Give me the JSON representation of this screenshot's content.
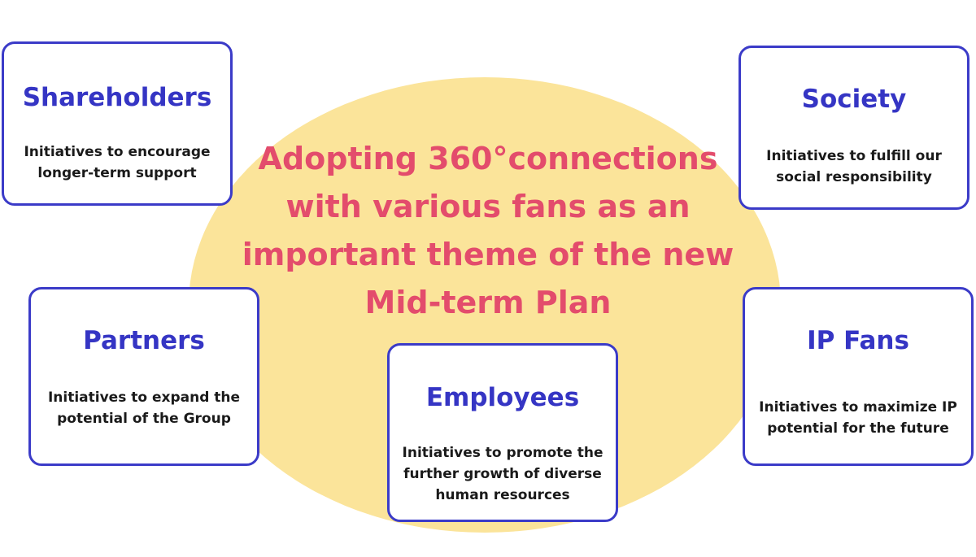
{
  "central": {
    "lines": [
      "Adopting 360°connections",
      "with various fans as an",
      "important theme of the new",
      "Mid-term Plan"
    ]
  },
  "stakeholders": {
    "shareholders": {
      "title": "Shareholders",
      "desc_lines": [
        "Initiatives to encourage",
        "longer-term support"
      ]
    },
    "society": {
      "title": "Society",
      "desc_lines": [
        "Initiatives to fulfill our",
        "social responsibility"
      ]
    },
    "partners": {
      "title": "Partners",
      "desc_lines": [
        "Initiatives to expand the",
        "potential of the Group"
      ]
    },
    "ip_fans": {
      "title": "IP Fans",
      "desc_lines": [
        "Initiatives to maximize IP",
        "potential for the future"
      ]
    },
    "employees": {
      "title": "Employees",
      "desc_lines": [
        "Initiatives to promote the",
        "further growth of diverse",
        "human resources"
      ]
    }
  },
  "colors": {
    "ellipse_fill": "#fbe49a",
    "central_text": "#e34c6c",
    "card_border": "#3b3bc8",
    "card_title": "#3535c4",
    "card_text": "#1a1a1a"
  }
}
